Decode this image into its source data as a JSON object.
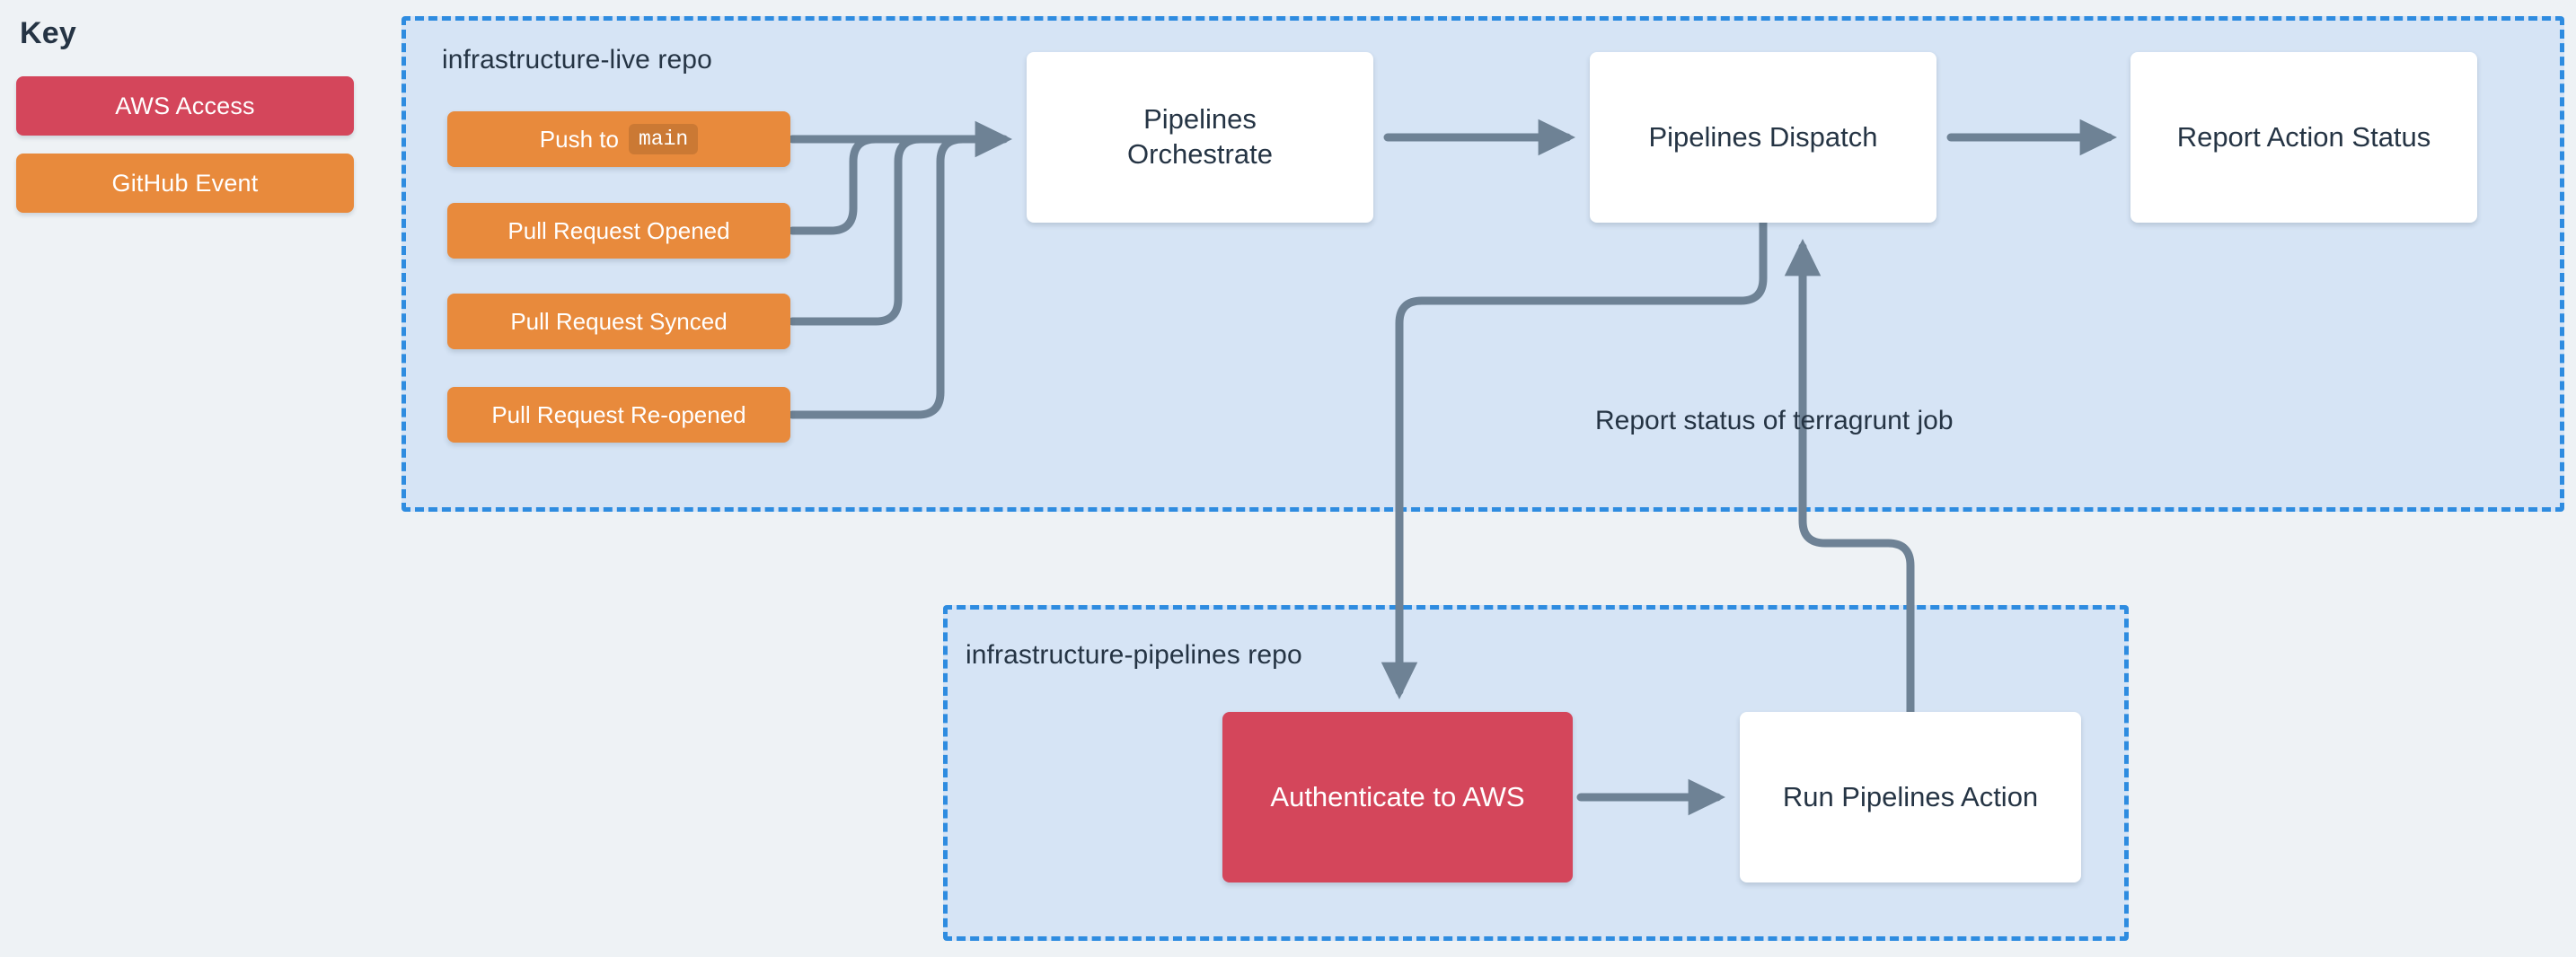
{
  "key": {
    "title": "Key",
    "items": [
      {
        "label": "AWS Access",
        "color": "#d4465b"
      },
      {
        "label": "GitHub Event",
        "color": "#e88a3c"
      }
    ]
  },
  "containers": [
    {
      "id": "infrastructure-live",
      "label": "infrastructure-live repo",
      "fill": "#d6e4f5",
      "border": "#2e8ce0"
    },
    {
      "id": "infrastructure-pipelines",
      "label": "infrastructure-pipelines repo",
      "fill": "#d6e4f5",
      "border": "#2e8ce0"
    }
  ],
  "nodes": {
    "push_to_main": {
      "label": "Push to",
      "code": "main",
      "type": "github-event",
      "color": "#e88a3c"
    },
    "pr_opened": {
      "label": "Pull Request Opened",
      "type": "github-event",
      "color": "#e88a3c"
    },
    "pr_synced": {
      "label": "Pull Request Synced",
      "type": "github-event",
      "color": "#e88a3c"
    },
    "pr_reopened": {
      "label": "Pull Request Re-opened",
      "type": "github-event",
      "color": "#e88a3c"
    },
    "orchestrate": {
      "line1": "Pipelines",
      "line2": "Orchestrate",
      "type": "process",
      "color": "#ffffff"
    },
    "dispatch": {
      "label": "Pipelines Dispatch",
      "type": "process",
      "color": "#ffffff"
    },
    "report_status": {
      "label": "Report Action Status",
      "type": "process",
      "color": "#ffffff"
    },
    "authenticate_aws": {
      "label": "Authenticate to AWS",
      "type": "aws-access",
      "color": "#d4465b"
    },
    "run_pipelines": {
      "label": "Run Pipelines Action",
      "type": "process",
      "color": "#ffffff"
    }
  },
  "edges": [
    {
      "from": "push_to_main",
      "to": "orchestrate",
      "label": ""
    },
    {
      "from": "pr_opened",
      "to": "orchestrate",
      "label": ""
    },
    {
      "from": "pr_synced",
      "to": "orchestrate",
      "label": ""
    },
    {
      "from": "pr_reopened",
      "to": "orchestrate",
      "label": ""
    },
    {
      "from": "orchestrate",
      "to": "dispatch",
      "label": ""
    },
    {
      "from": "dispatch",
      "to": "report_status",
      "label": ""
    },
    {
      "from": "dispatch",
      "to": "authenticate_aws",
      "label": ""
    },
    {
      "from": "authenticate_aws",
      "to": "run_pipelines",
      "label": ""
    },
    {
      "from": "run_pipelines",
      "to": "dispatch",
      "label": "Report status of terragrunt job"
    }
  ],
  "edge_labels": {
    "terragrunt_status": "Report status of terragrunt job"
  },
  "colors": {
    "background": "#eef2f5",
    "container_fill": "#d6e4f5",
    "container_border": "#2e8ce0",
    "arrow": "#6e8295",
    "text_dark": "#253444",
    "aws_access": "#d4465b",
    "github_event": "#e88a3c",
    "process": "#ffffff"
  }
}
